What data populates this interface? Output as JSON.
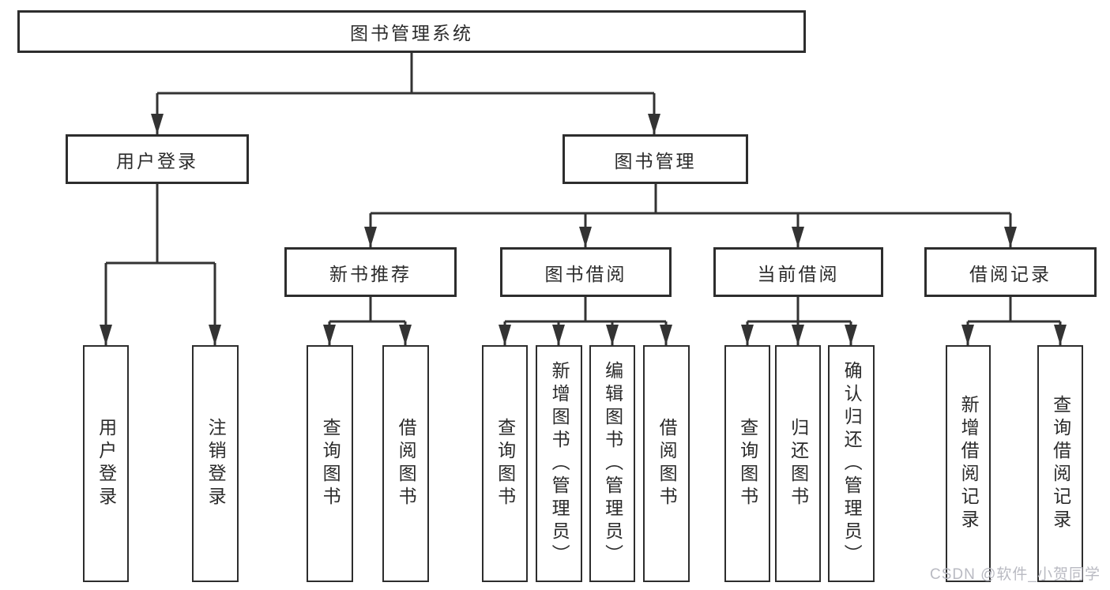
{
  "tree": {
    "label": "图书管理系统",
    "children": [
      {
        "label": "用户登录",
        "children": [
          {
            "label": "用户登录"
          },
          {
            "label": "注销登录"
          }
        ]
      },
      {
        "label": "图书管理",
        "children": [
          {
            "label": "新书推荐",
            "children": [
              {
                "label": "查询图书"
              },
              {
                "label": "借阅图书"
              }
            ]
          },
          {
            "label": "图书借阅",
            "children": [
              {
                "label": "查询图书"
              },
              {
                "label": "新增图书（管理员）"
              },
              {
                "label": "编辑图书（管理员）"
              },
              {
                "label": "借阅图书"
              }
            ]
          },
          {
            "label": "当前借阅",
            "children": [
              {
                "label": "查询图书"
              },
              {
                "label": "归还图书"
              },
              {
                "label": "确认归还（管理员）"
              }
            ]
          },
          {
            "label": "借阅记录",
            "children": [
              {
                "label": "新增借阅记录"
              },
              {
                "label": "查询借阅记录"
              }
            ]
          }
        ]
      }
    ]
  },
  "watermark": "CSDN @软件_小贺同学",
  "colors": {
    "line": "#333333",
    "border": "#2d2d2d",
    "text": "#2b2b2b",
    "watermark": "#b9bac2",
    "background": "#ffffff"
  }
}
